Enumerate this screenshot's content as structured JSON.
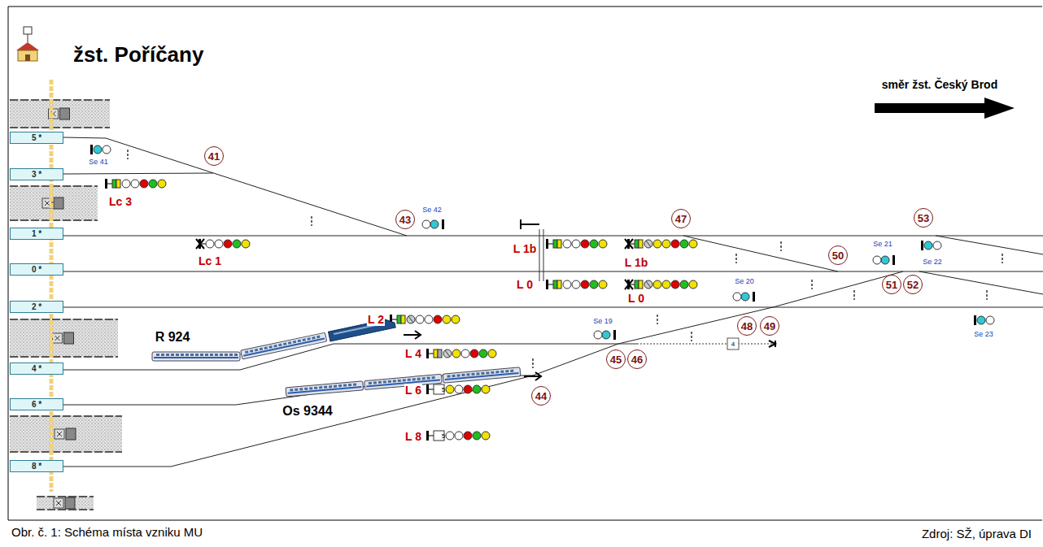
{
  "diagram": {
    "title": "žst. Poříčany",
    "caption": "Obr. č. 1: Schéma místa vzniku MU",
    "nodes": [
      {
        "text": [
          "5 *"
        ]
      },
      {
        "text": [
          "3 *"
        ]
      },
      {
        "text": [
          "1 *"
        ]
      },
      {
        "text": [
          "0 *"
        ]
      },
      {
        "text": [
          "2 *"
        ]
      },
      {
        "text": [
          "4 *"
        ]
      },
      {
        "text": [
          "6 *"
        ]
      },
      {
        "text": [
          "8 *"
        ]
      },
      {
        "text": [
          "41"
        ]
      },
      {
        "text": [
          "43"
        ]
      },
      {
        "text": [
          "47"
        ]
      },
      {
        "text": [
          "53"
        ]
      },
      {
        "text": [
          "50"
        ]
      },
      {
        "text": [
          "51"
        ]
      },
      {
        "text": [
          "52"
        ]
      },
      {
        "text": [
          "48"
        ]
      },
      {
        "text": [
          "49"
        ]
      },
      {
        "text": [
          "45"
        ]
      },
      {
        "text": [
          "46"
        ]
      },
      {
        "text": [
          "44"
        ]
      }
    ],
    "labels": [
      "směr žst. Český Brod",
      "Se 41",
      "Lc 3",
      "Se 42",
      "Lc 1",
      "L 1b",
      "L 1b",
      "Se 21",
      "Se 22",
      "L 0",
      "L 0",
      "Se 20",
      "L 2",
      "R 924",
      "Se 19",
      "L 4",
      "4",
      "Se 23",
      "L 6",
      "5",
      "Os 9344",
      "L 8",
      "5",
      "Zdroj: SŽ, úprava DI"
    ]
  }
}
